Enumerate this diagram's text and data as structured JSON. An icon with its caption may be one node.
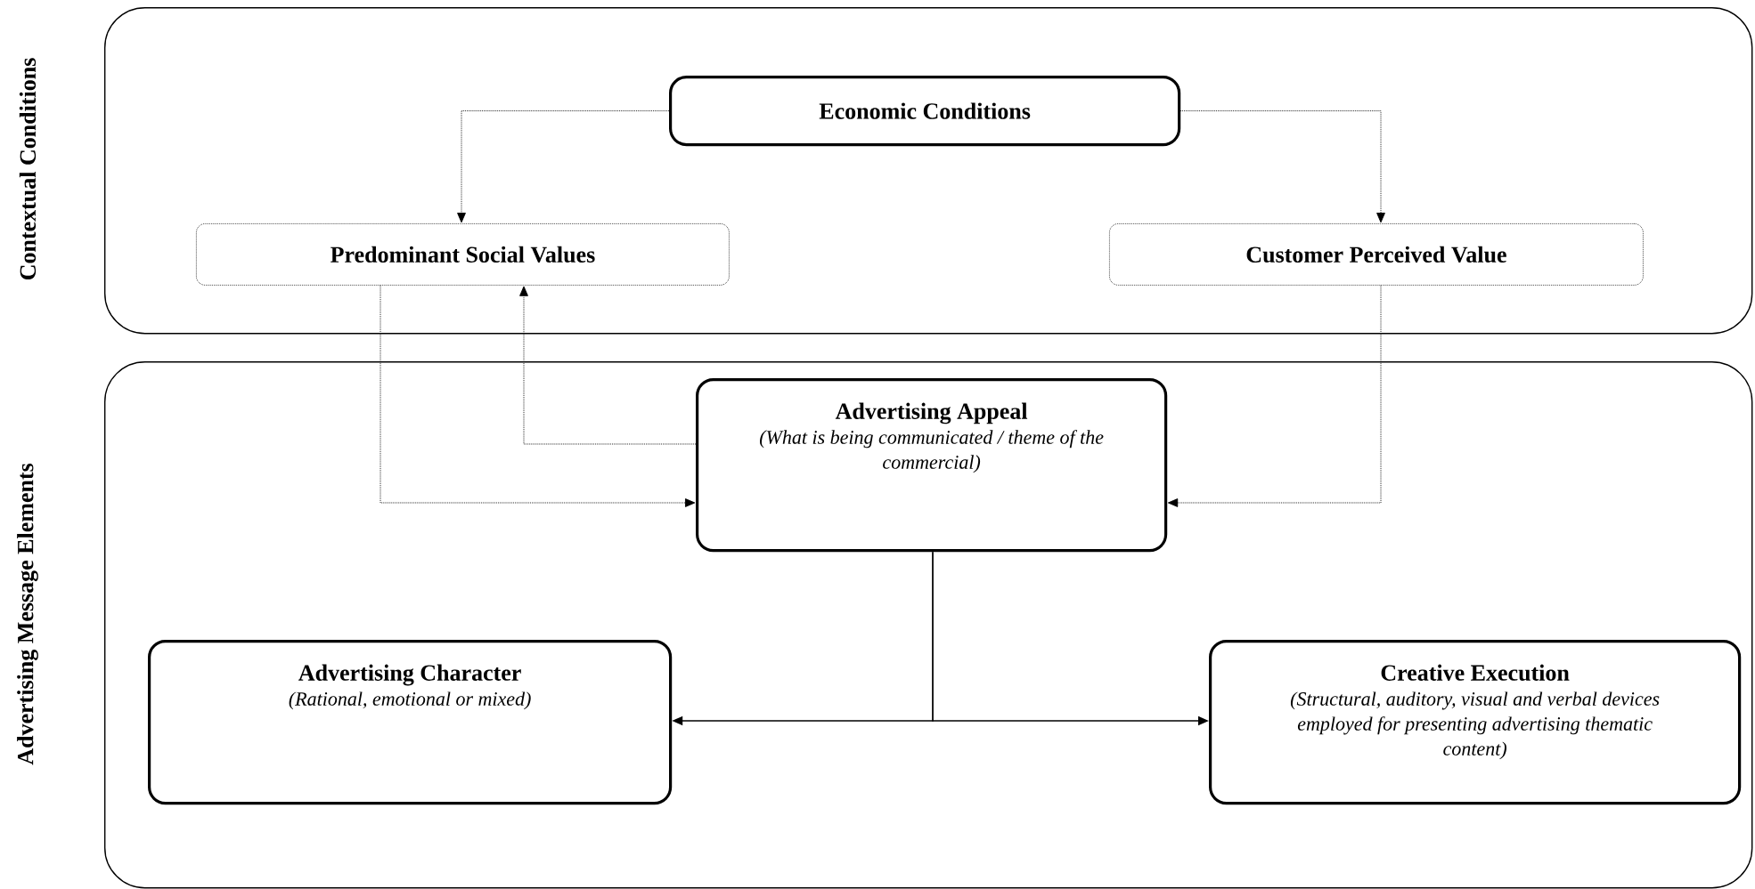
{
  "diagram": {
    "nodes": [
      {
        "text": [
          "Contextual Conditions"
        ]
      },
      {
        "text": [
          "Economic Conditions"
        ],
        "in": 0
      },
      {
        "text": [
          "Predominant Social Values"
        ],
        "in": 0
      },
      {
        "text": [
          "Customer Perceived Value"
        ],
        "in": 0
      },
      {
        "text": [
          "Advertising Message Elements"
        ]
      },
      {
        "text": [
          "Advertising Appeal",
          "(What is being communicated / theme of the commercial)"
        ],
        "in": 4
      },
      {
        "text": [
          "Advertising Character",
          "(Rational, emotional or mixed)"
        ],
        "in": 4
      },
      {
        "text": [
          "Creative Execution",
          "(Structural, auditory, visual and verbal devices employed for presenting advertising thematic content)"
        ],
        "in": 4
      }
    ],
    "edges": [
      {
        "from": 1,
        "to": 2,
        "arrow": "to",
        "style": "dashed"
      },
      {
        "from": 1,
        "to": 3,
        "arrow": "to",
        "style": "dashed"
      },
      {
        "from": 2,
        "to": 5,
        "arrow": "to",
        "style": "dashed"
      },
      {
        "from": 3,
        "to": 5,
        "arrow": "to",
        "style": "dashed"
      },
      {
        "from": 5,
        "to": 2,
        "arrow": "to",
        "style": "dashed"
      },
      {
        "from": 5,
        "to": 6,
        "arrow": "to"
      },
      {
        "from": 5,
        "to": 7,
        "arrow": "to"
      }
    ]
  }
}
